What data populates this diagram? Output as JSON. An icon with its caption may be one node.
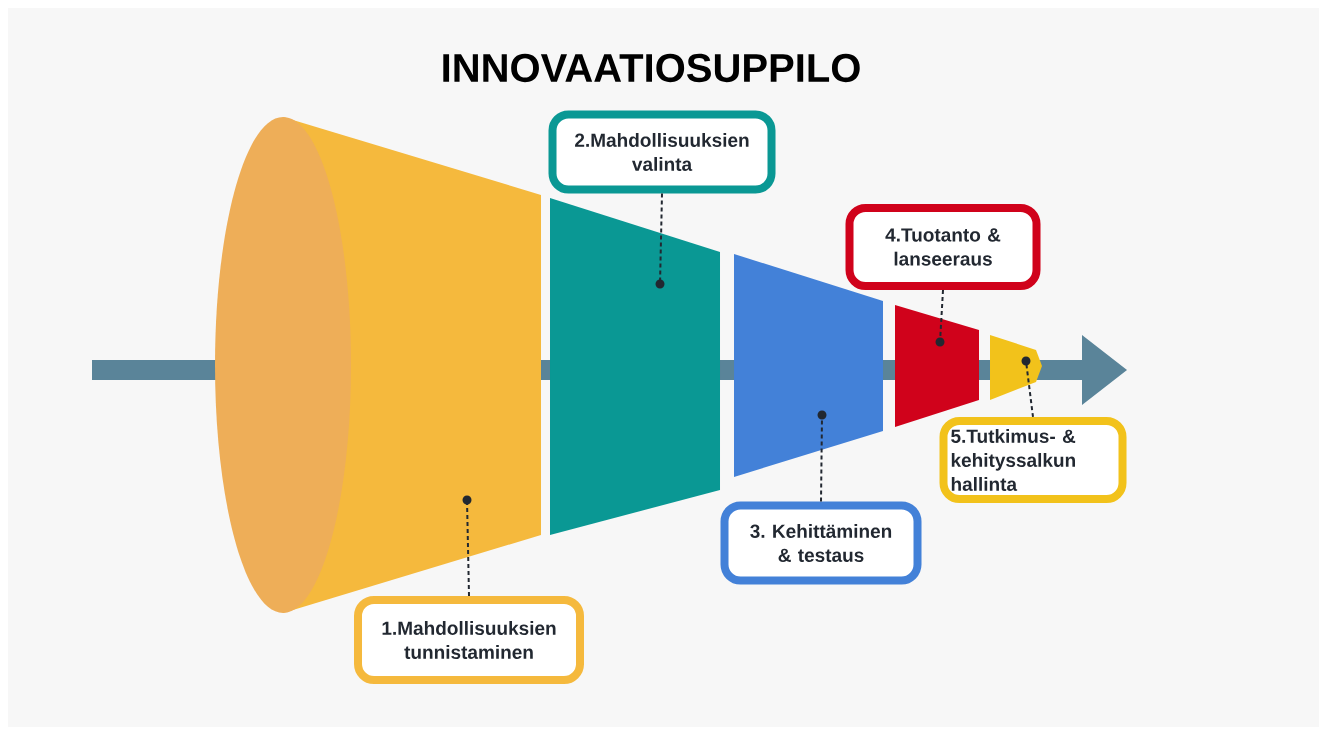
{
  "diagram": {
    "title": "INNOVAATIOSUPPILO",
    "nodes": [
      {
        "text": [
          "1.Mahdollisuuksien tunnistaminen"
        ]
      },
      {
        "text": [
          "2.Mahdollisuuksien valinta"
        ]
      },
      {
        "text": [
          "3. Kehittäminen & testaus"
        ]
      },
      {
        "text": [
          "4.Tuotanto & lanseeraus"
        ]
      },
      {
        "text": [
          "5.Tutkimus- & kehityssalkun hallinta"
        ]
      },
      {
        "text": [],
        "shape": "cone"
      },
      {
        "text": [],
        "shape": "trapezoid"
      },
      {
        "text": [],
        "shape": "trapezoid"
      },
      {
        "text": [],
        "shape": "trapezoid"
      },
      {
        "text": [],
        "shape": "trapezoid"
      }
    ],
    "edges": [
      {
        "from": 0,
        "to": 5,
        "arrow": "none",
        "style": "dashed"
      },
      {
        "from": 1,
        "to": 6,
        "arrow": "none",
        "style": "dashed"
      },
      {
        "from": 2,
        "to": 7,
        "arrow": "none",
        "style": "dashed"
      },
      {
        "from": 3,
        "to": 8,
        "arrow": "none",
        "style": "dashed"
      },
      {
        "from": 4,
        "to": 9,
        "arrow": "none",
        "style": "dashed"
      }
    ]
  }
}
